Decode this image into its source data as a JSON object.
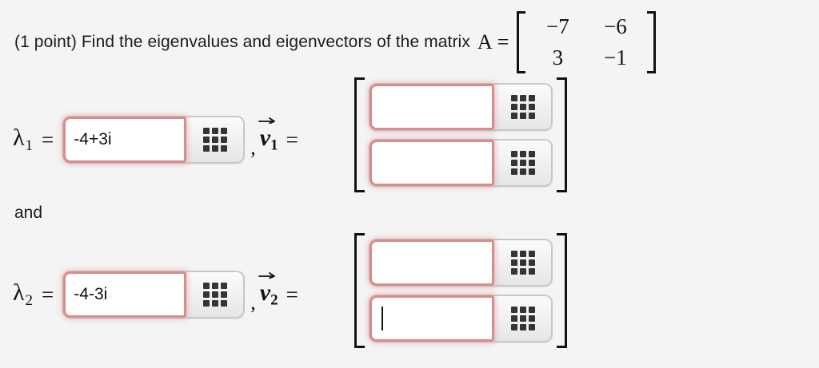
{
  "question": {
    "prefix": "(1 point) Find the eigenvalues and eigenvectors of the matrix",
    "matrix_symbol": "A",
    "equals": "=",
    "matrix_entries": [
      "−7",
      "−6",
      "3",
      "−1"
    ]
  },
  "connector": "and",
  "symbols": {
    "lambda": "λ",
    "v": "v",
    "equals": "=",
    "comma": ",",
    "sub1": "1",
    "sub2": "2"
  },
  "rows": [
    {
      "eigenvalue_label": "λ",
      "eigenvalue_sub": "1",
      "eigenvalue_value": "-4+3i",
      "eigenvalue_placeholder": "",
      "vector_label": "v",
      "vector_sub": "1",
      "vector_values": [
        "",
        ""
      ],
      "vector_focused_index": -1
    },
    {
      "eigenvalue_label": "λ",
      "eigenvalue_sub": "2",
      "eigenvalue_value": "-4-3i",
      "eigenvalue_placeholder": "",
      "vector_label": "v",
      "vector_sub": "2",
      "vector_values": [
        "",
        ""
      ],
      "vector_focused_index": 1
    }
  ],
  "keypad": {
    "icon": "keypad-grid-icon",
    "label": ""
  },
  "colors": {
    "background": "#f4f4f4",
    "input_border": "#d98c8c",
    "input_glow": "rgba(217,140,140,0.45)",
    "text": "#1b1b1b",
    "keypad_dot": "#343434",
    "bracket": "#111111"
  }
}
